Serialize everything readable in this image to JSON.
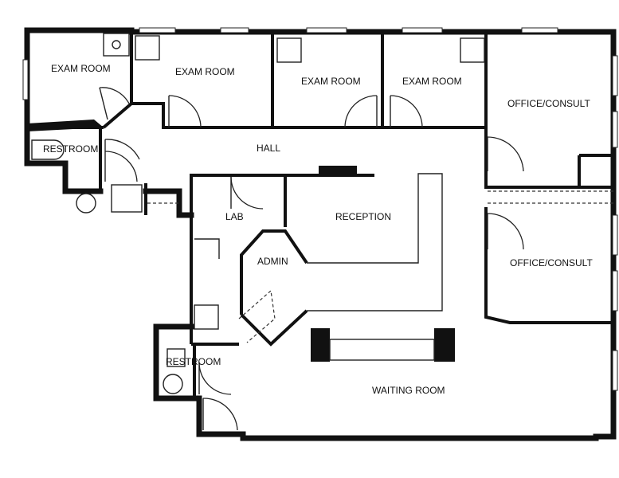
{
  "rooms": {
    "exam_room_1": "EXAM ROOM",
    "exam_room_2": "EXAM ROOM",
    "exam_room_3": "EXAM ROOM",
    "exam_room_4": "EXAM ROOM",
    "office_consult_1": "OFFICE/CONSULT",
    "office_consult_2": "OFFICE/CONSULT",
    "restroom_1": "RESTROOM",
    "restroom_2": "RESTROOM",
    "hall": "HALL",
    "lab": "LAB",
    "reception": "RECEPTION",
    "admin": "ADMIN",
    "waiting_room": "WAITING ROOM"
  },
  "colors": {
    "wall": "#111111",
    "background": "#ffffff"
  }
}
